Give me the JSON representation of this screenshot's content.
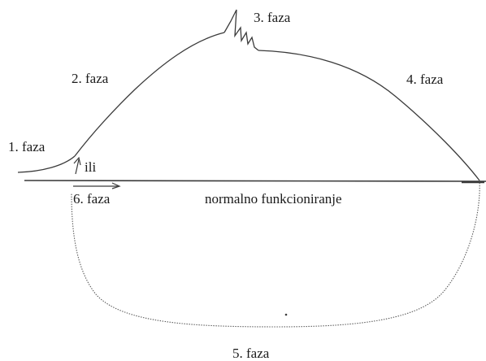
{
  "diagram": {
    "labels": {
      "phase1": "1. faza",
      "phase2": "2. faza",
      "phase3": "3. faza",
      "phase4": "4. faza",
      "phase5": "5. faza",
      "phase6": "6. faza",
      "baseline": "normalno funkcioniranje",
      "ili": "ili"
    },
    "stroke_color": "#3a3a3a"
  }
}
